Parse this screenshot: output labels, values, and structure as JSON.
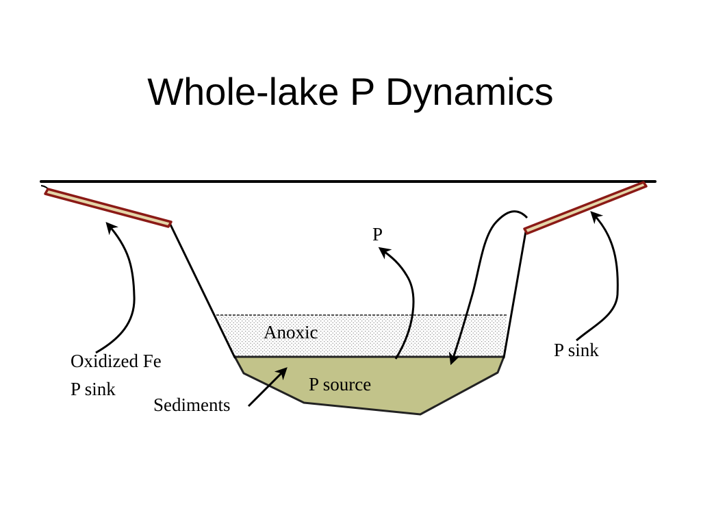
{
  "title": "Whole-lake P Dynamics",
  "labels": {
    "p": "P",
    "anoxic": "Anoxic",
    "p_source": "P source",
    "sediments": "Sediments",
    "oxidized_fe": "Oxidized Fe",
    "p_sink_left": "P sink",
    "p_sink_right": "P sink"
  },
  "colors": {
    "sediment_fill": "#C2C38A",
    "iron_band_outer": "#8B1A16",
    "iron_band_inner": "#E4D5A8",
    "anoxic_stipple": "#8A8A8A",
    "line": "#000000"
  }
}
